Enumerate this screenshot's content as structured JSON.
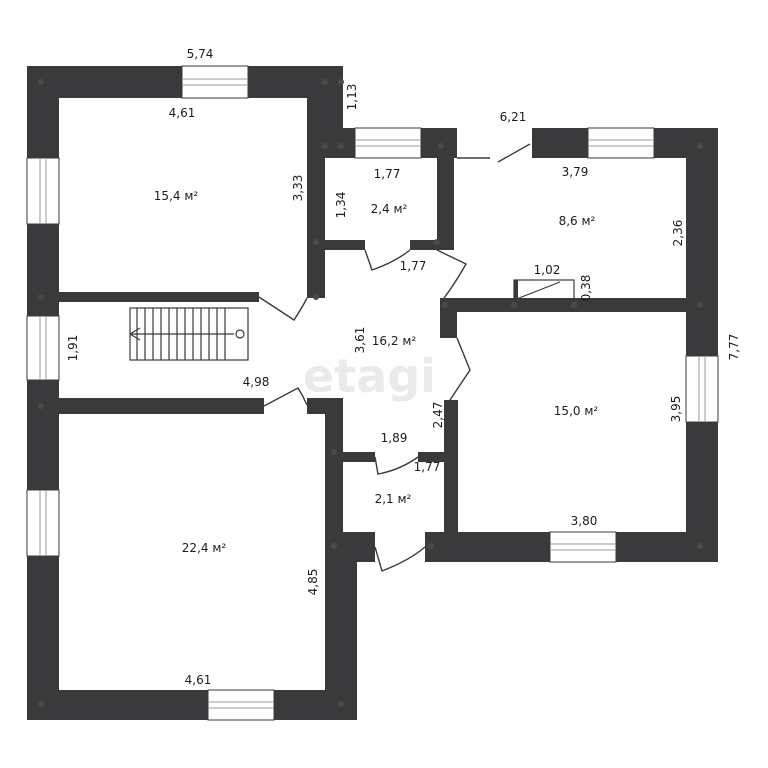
{
  "watermark": "etagi",
  "rooms": [
    {
      "id": "room-top-left",
      "area": "15,4 м²"
    },
    {
      "id": "room-small-top",
      "area": "2,4 м²"
    },
    {
      "id": "room-top-right",
      "area": "8,6 м²"
    },
    {
      "id": "room-hall",
      "area": "16,2 м²"
    },
    {
      "id": "room-right",
      "area": "15,0 м²"
    },
    {
      "id": "room-small-bottom",
      "area": "2,1 м²"
    },
    {
      "id": "room-bottom-left",
      "area": "22,4 м²"
    }
  ],
  "dimensions": [
    "5,74",
    "4,61",
    "1,13",
    "3,33",
    "6,21",
    "1,77",
    "1,34",
    "3,79",
    "2,36",
    "1,77",
    "1,02",
    "0,38",
    "1,91",
    "3,61",
    "7,77",
    "4,98",
    "3,95",
    "2,47",
    "1,89",
    "1,77",
    "3,80",
    "4,85",
    "4,61"
  ],
  "colors": {
    "wall": "#3a3a3c",
    "background": "#ffffff"
  }
}
